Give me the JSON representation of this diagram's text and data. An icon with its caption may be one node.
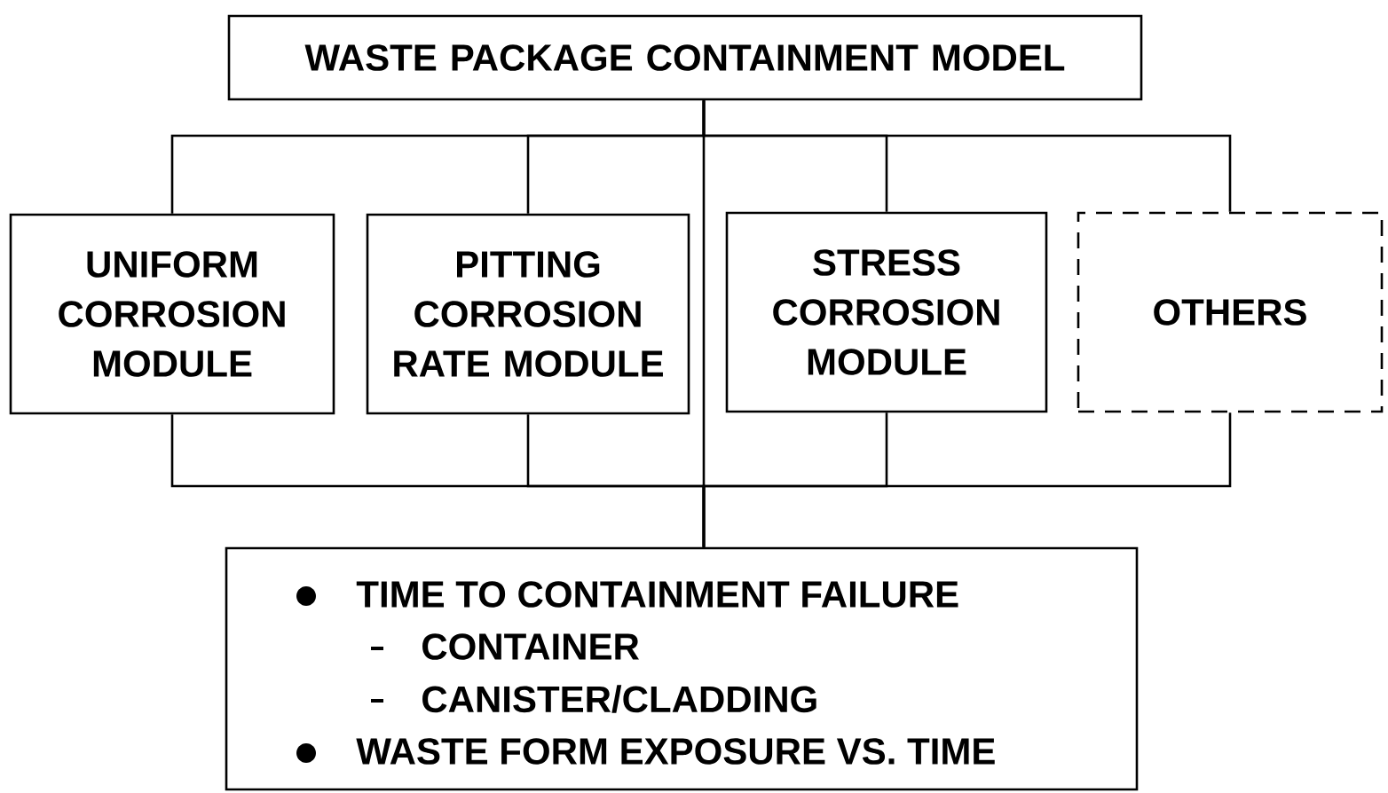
{
  "diagram": {
    "nodes": [
      {
        "text": [
          "WASTE PACKAGE CONTAINMENT MODEL"
        ]
      },
      {
        "text": [
          "UNIFORM CORROSION MODULE"
        ]
      },
      {
        "text": [
          "PITTING CORROSION RATE MODULE"
        ]
      },
      {
        "text": [
          "STRESS CORROSION MODULE"
        ]
      },
      {
        "text": [
          "OTHERS"
        ]
      },
      {
        "text": [
          "TIME TO CONTAINMENT FAILURE",
          "CONTAINER",
          "CANISTER/CLADDING",
          "WASTE FORM EXPOSURE VS. TIME"
        ]
      }
    ],
    "edges": [
      {
        "from": 0,
        "to": 1,
        "arrow": "none"
      },
      {
        "from": 0,
        "to": 2,
        "arrow": "none"
      },
      {
        "from": 0,
        "to": 3,
        "arrow": "none"
      },
      {
        "from": 0,
        "to": 4,
        "arrow": "none"
      },
      {
        "from": 0,
        "to": 5,
        "arrow": "none"
      },
      {
        "from": 1,
        "to": 5,
        "arrow": "none"
      },
      {
        "from": 2,
        "to": 5,
        "arrow": "none"
      },
      {
        "from": 3,
        "to": 5,
        "arrow": "none"
      },
      {
        "from": 4,
        "to": 5,
        "arrow": "none"
      }
    ]
  }
}
